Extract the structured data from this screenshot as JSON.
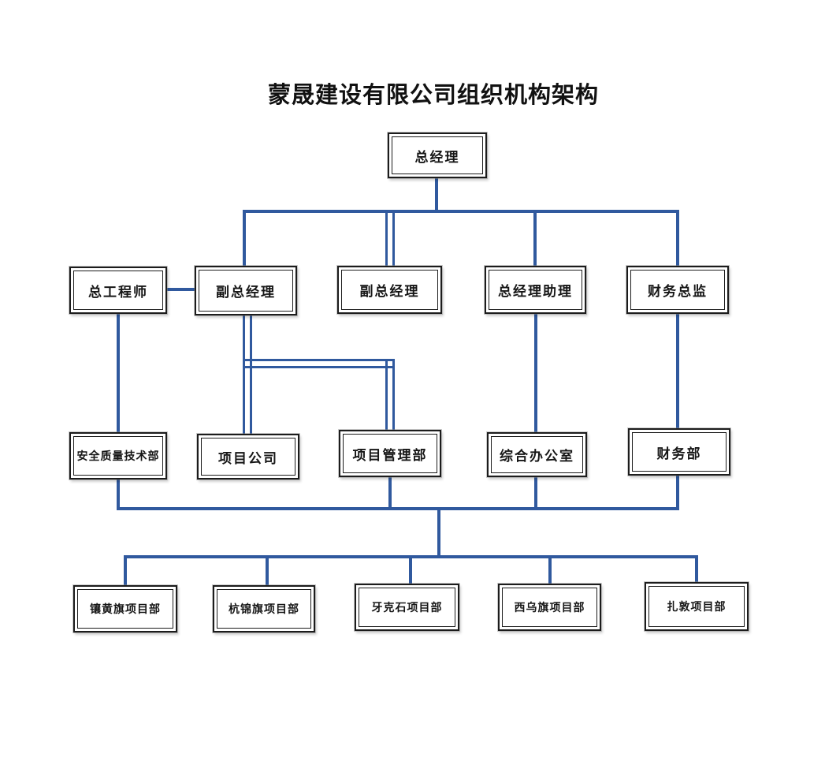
{
  "title": "蒙晟建设有限公司组织机构架构",
  "connector_color": "#30599e",
  "box_border_color": "#1c1c1c",
  "nodes": {
    "gm": {
      "label": "总经理"
    },
    "chief_engineer": {
      "label": "总工程师"
    },
    "deputy_gm_1": {
      "label": "副总经理"
    },
    "deputy_gm_2": {
      "label": "副总经理"
    },
    "gm_assistant": {
      "label": "总经理助理"
    },
    "finance_director": {
      "label": "财务总监"
    },
    "safety_quality_tech": {
      "label": "安全质量技术部"
    },
    "project_company": {
      "label": "项目公司"
    },
    "project_mgmt": {
      "label": "项目管理部"
    },
    "general_office": {
      "label": "综合办公室"
    },
    "finance_dept": {
      "label": "财务部"
    },
    "proj_xianghuang": {
      "label": "镶黄旗项目部"
    },
    "proj_hangjin": {
      "label": "杭锦旗项目部"
    },
    "proj_yakeshi": {
      "label": "牙克石项目部"
    },
    "proj_xiwu": {
      "label": "西乌旗项目部"
    },
    "proj_zhadun": {
      "label": "扎敦项目部"
    }
  },
  "edges": [
    {
      "from": "gm",
      "to": "deputy_gm_1",
      "style": "single"
    },
    {
      "from": "gm",
      "to": "deputy_gm_2",
      "style": "double"
    },
    {
      "from": "gm",
      "to": "gm_assistant",
      "style": "single"
    },
    {
      "from": "gm",
      "to": "finance_director",
      "style": "single"
    },
    {
      "from": "chief_engineer",
      "to": "deputy_gm_1",
      "style": "single-horizontal"
    },
    {
      "from": "chief_engineer",
      "to": "safety_quality_tech",
      "style": "single"
    },
    {
      "from": "deputy_gm_1",
      "to": "project_company",
      "style": "double"
    },
    {
      "from": "deputy_gm_1",
      "to": "project_mgmt",
      "style": "double"
    },
    {
      "from": "gm_assistant",
      "to": "general_office",
      "style": "single"
    },
    {
      "from": "finance_director",
      "to": "finance_dept",
      "style": "single"
    },
    {
      "from": "level3-bus",
      "to": "level4-bus",
      "style": "single"
    },
    {
      "from": "level4-bus",
      "to": "proj_xianghuang",
      "style": "single"
    },
    {
      "from": "level4-bus",
      "to": "proj_hangjin",
      "style": "single"
    },
    {
      "from": "level4-bus",
      "to": "proj_yakeshi",
      "style": "single"
    },
    {
      "from": "level4-bus",
      "to": "proj_xiwu",
      "style": "single"
    },
    {
      "from": "level4-bus",
      "to": "proj_zhadun",
      "style": "single"
    }
  ]
}
